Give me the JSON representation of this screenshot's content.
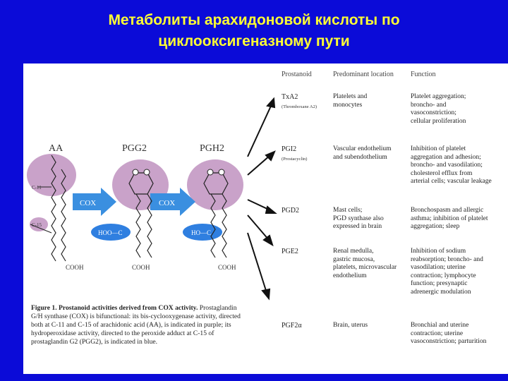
{
  "title": {
    "line1": "Метаболиты арахидоновой кислоты по",
    "line2": "циклооксигеназному пути"
  },
  "figure": {
    "molecules": [
      "AA",
      "PGG2",
      "PGH2"
    ],
    "enzyme_label": "COX",
    "hoo_label": "HOO—C",
    "ho_label": "HO—C",
    "c11_label": "C-11",
    "c15_label": "C-15",
    "cooh_label": "COOH",
    "colors": {
      "purple": "#c29ac4",
      "blue": "#3a8fe0",
      "dark_blue": "#1f5fbf"
    }
  },
  "table": {
    "headers": [
      "Prostanoid",
      "Predominant location",
      "Function"
    ],
    "rows": [
      {
        "name": "TxA2",
        "sub": "(Thromboxane A2)",
        "location": [
          "Platelets and",
          "monocytes"
        ],
        "function": [
          "Platelet aggregation;",
          "broncho- and",
          "vasoconstriction;",
          "cellular proliferation"
        ]
      },
      {
        "name": "PGI2",
        "sub": "(Prostacyclin)",
        "location": [
          "Vascular endothelium",
          "and subendothelium"
        ],
        "function": [
          "Inhibition of platelet",
          "aggregation and adhesion;",
          "broncho- and vasodilation;",
          "cholesterol efflux from",
          "arterial cells; vascular leakage"
        ]
      },
      {
        "name": "PGD2",
        "sub": "",
        "location": [
          "Mast cells;",
          "PGD synthase also",
          "expressed in brain"
        ],
        "function": [
          "Bronchospasm and allergic",
          "asthma; inhibition of platelet",
          "aggregation; sleep"
        ]
      },
      {
        "name": "PGE2",
        "sub": "",
        "location": [
          "Renal medulla,",
          "gastric mucosa,",
          "platelets, microvascular",
          "endothelium"
        ],
        "function": [
          "Inhibition of sodium",
          "reabsorption; broncho- and",
          "vasodilation; uterine",
          "contraction; lymphocyte",
          "function; presynaptic",
          "adrenergic modulation"
        ]
      },
      {
        "name": "PGF2α",
        "sub": "",
        "location": [
          "Brain, uterus"
        ],
        "function": [
          "Bronchial and uterine",
          "contraction; uterine",
          "vasoconstriction; parturition"
        ]
      }
    ]
  },
  "caption": {
    "bold": "Figure 1. Prostanoid activities derived from COX activity.",
    "line1_rest": " Prostaglandin",
    "lines": [
      "G/H synthase (COX) is bifunctional: its bis-cyclooxygenase activity, directed",
      "both at C-11 and C-15 of arachidonic acid (AA), is indicated in purple; its",
      "hydroperoxidase activity, directed to the peroxide adduct at C-15 of",
      "prostaglandin G2 (PGG2), is indicated in blue."
    ]
  }
}
